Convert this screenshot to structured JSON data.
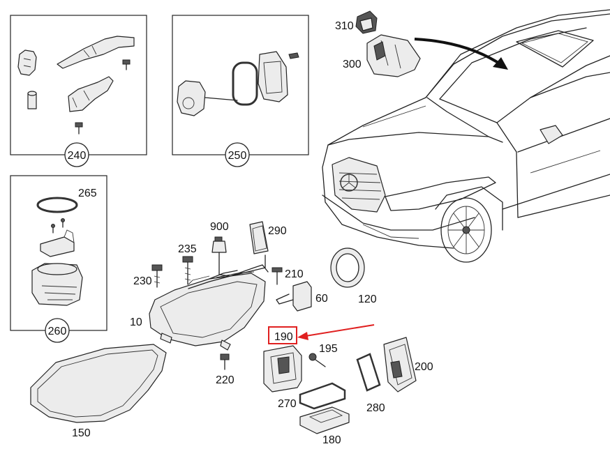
{
  "labels": {
    "p240": "240",
    "p250": "250",
    "p260": "260",
    "p265": "265",
    "p310": "310",
    "p300": "300",
    "p900": "900",
    "p290": "290",
    "p235": "235",
    "p230": "230",
    "p210": "210",
    "p60": "60",
    "p120": "120",
    "p10": "10",
    "p190": "190",
    "p195": "195",
    "p200": "200",
    "p220": "220",
    "p270": "270",
    "p280": "280",
    "p150": "150",
    "p180": "180"
  },
  "colors": {
    "highlight": "#e02020",
    "line": "#222222",
    "background": "#ffffff"
  }
}
